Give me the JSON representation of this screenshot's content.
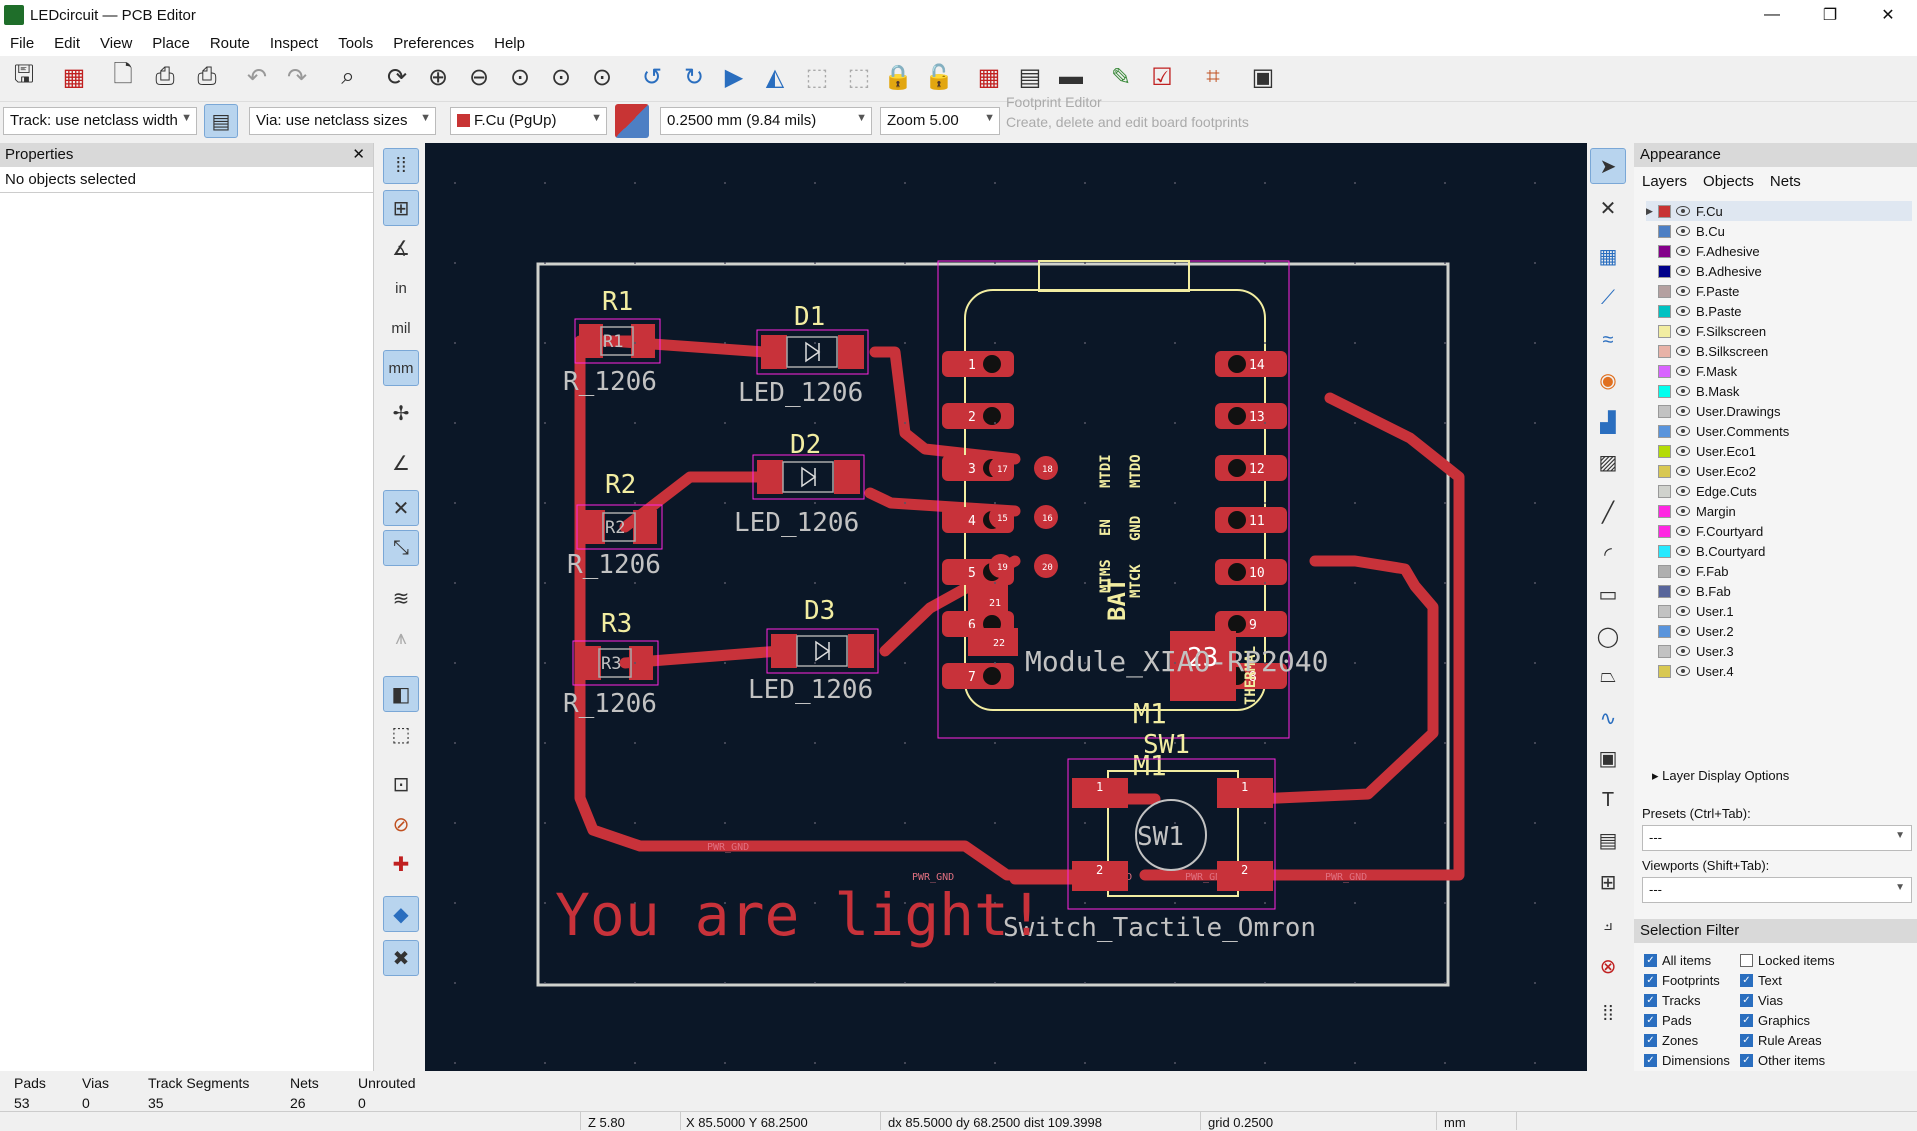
{
  "window": {
    "title": "LEDcircuit — PCB Editor",
    "minimize": "—",
    "maximize": "❐",
    "close": "✕"
  },
  "menu": [
    "File",
    "Edit",
    "View",
    "Place",
    "Route",
    "Inspect",
    "Tools",
    "Preferences",
    "Help"
  ],
  "toolbar": {
    "track_width": "Track: use netclass width",
    "via_size": "Via: use netclass sizes",
    "layer": "F.Cu (PgUp)",
    "grid": "0.2500 mm (9.84 mils)",
    "zoom": "Zoom 5.00",
    "tooltip_title": "Footprint Editor",
    "tooltip_text": "Create, delete and edit board footprints"
  },
  "properties": {
    "title": "Properties",
    "close": "✕",
    "empty": "No objects selected"
  },
  "unit_tools": {
    "inch": "in",
    "mil": "mil",
    "mm": "mm"
  },
  "pcb": {
    "refs": {
      "r1": "R1",
      "r2": "R2",
      "r3": "R3",
      "d1": "D1",
      "d2": "D2",
      "d3": "D3",
      "sw1": "SW1",
      "m1a": "M1",
      "m1b": "M1",
      "pad23": "23",
      "bat": "BAT",
      "thermal": "THERMAL"
    },
    "values": {
      "r": "R_1206",
      "led": "LED_1206",
      "sw": "Switch_Tactile_Omron",
      "module": "Module_XIAO-RP2040"
    },
    "silk_text": "You are light!",
    "net_gnd": "PWR_GND",
    "pin_labels": {
      "p17": "17",
      "p18": "18",
      "p15": "15",
      "p16": "16",
      "p19": "19",
      "p20": "20",
      "p21": "21",
      "p22": "22",
      "mtdi": "MTDI",
      "mtdo": "MTDO",
      "en": "EN",
      "gnd": "GND",
      "mtms": "MTMS",
      "mtck": "MTCK"
    },
    "left_pins": [
      "1",
      "2",
      "3",
      "4",
      "5",
      "6",
      "7"
    ],
    "right_pins": [
      "14",
      "13",
      "12",
      "11",
      "10",
      "9",
      "8"
    ],
    "sw_pads": [
      "1",
      "1",
      "2",
      "2"
    ]
  },
  "appearance": {
    "title": "Appearance",
    "tabs": [
      "Layers",
      "Objects",
      "Nets"
    ],
    "layers": [
      {
        "name": "F.Cu",
        "color": "#c83434"
      },
      {
        "name": "B.Cu",
        "color": "#4d7fc4"
      },
      {
        "name": "F.Adhesive",
        "color": "#84008a"
      },
      {
        "name": "B.Adhesive",
        "color": "#00008a"
      },
      {
        "name": "F.Paste",
        "color": "#b4a0a0"
      },
      {
        "name": "B.Paste",
        "color": "#00c2c2"
      },
      {
        "name": "F.Silkscreen",
        "color": "#f2eda1"
      },
      {
        "name": "B.Silkscreen",
        "color": "#e8b2a7"
      },
      {
        "name": "F.Mask",
        "color": "#d864ff"
      },
      {
        "name": "B.Mask",
        "color": "#02ffee"
      },
      {
        "name": "User.Drawings",
        "color": "#c2c2c2"
      },
      {
        "name": "User.Comments",
        "color": "#5994dc"
      },
      {
        "name": "User.Eco1",
        "color": "#b4db06"
      },
      {
        "name": "User.Eco2",
        "color": "#d8c852"
      },
      {
        "name": "Edge.Cuts",
        "color": "#d0d2cd"
      },
      {
        "name": "Margin",
        "color": "#ff26e2"
      },
      {
        "name": "F.Courtyard",
        "color": "#ff26e2"
      },
      {
        "name": "B.Courtyard",
        "color": "#26e9ff"
      },
      {
        "name": "F.Fab",
        "color": "#afafaf"
      },
      {
        "name": "B.Fab",
        "color": "#58659b"
      },
      {
        "name": "User.1",
        "color": "#c2c2c2"
      },
      {
        "name": "User.2",
        "color": "#5994dc"
      },
      {
        "name": "User.3",
        "color": "#c2c2c2"
      },
      {
        "name": "User.4",
        "color": "#d8c852"
      }
    ],
    "layer_display_options": "Layer Display Options",
    "presets_label": "Presets (Ctrl+Tab):",
    "presets_value": "---",
    "viewports_label": "Viewports (Shift+Tab):",
    "viewports_value": "---"
  },
  "selection_filter": {
    "title": "Selection Filter",
    "items": [
      {
        "label": "All items",
        "checked": true
      },
      {
        "label": "Locked items",
        "checked": false
      },
      {
        "label": "Footprints",
        "checked": true
      },
      {
        "label": "Text",
        "checked": true
      },
      {
        "label": "Tracks",
        "checked": true
      },
      {
        "label": "Vias",
        "checked": true
      },
      {
        "label": "Pads",
        "checked": true
      },
      {
        "label": "Graphics",
        "checked": true
      },
      {
        "label": "Zones",
        "checked": true
      },
      {
        "label": "Rule Areas",
        "checked": true
      },
      {
        "label": "Dimensions",
        "checked": true
      },
      {
        "label": "Other items",
        "checked": true
      }
    ]
  },
  "stats": {
    "pads_label": "Pads",
    "pads": "53",
    "vias_label": "Vias",
    "vias": "0",
    "tracks_label": "Track Segments",
    "tracks": "35",
    "nets_label": "Nets",
    "nets": "26",
    "unrouted_label": "Unrouted",
    "unrouted": "0"
  },
  "statusbar": {
    "zoom": "Z 5.80",
    "xy": "X 85.5000  Y 68.2500",
    "delta": "dx 85.5000  dy 68.2500  dist 109.3998",
    "grid": "grid 0.2500",
    "units": "mm"
  }
}
